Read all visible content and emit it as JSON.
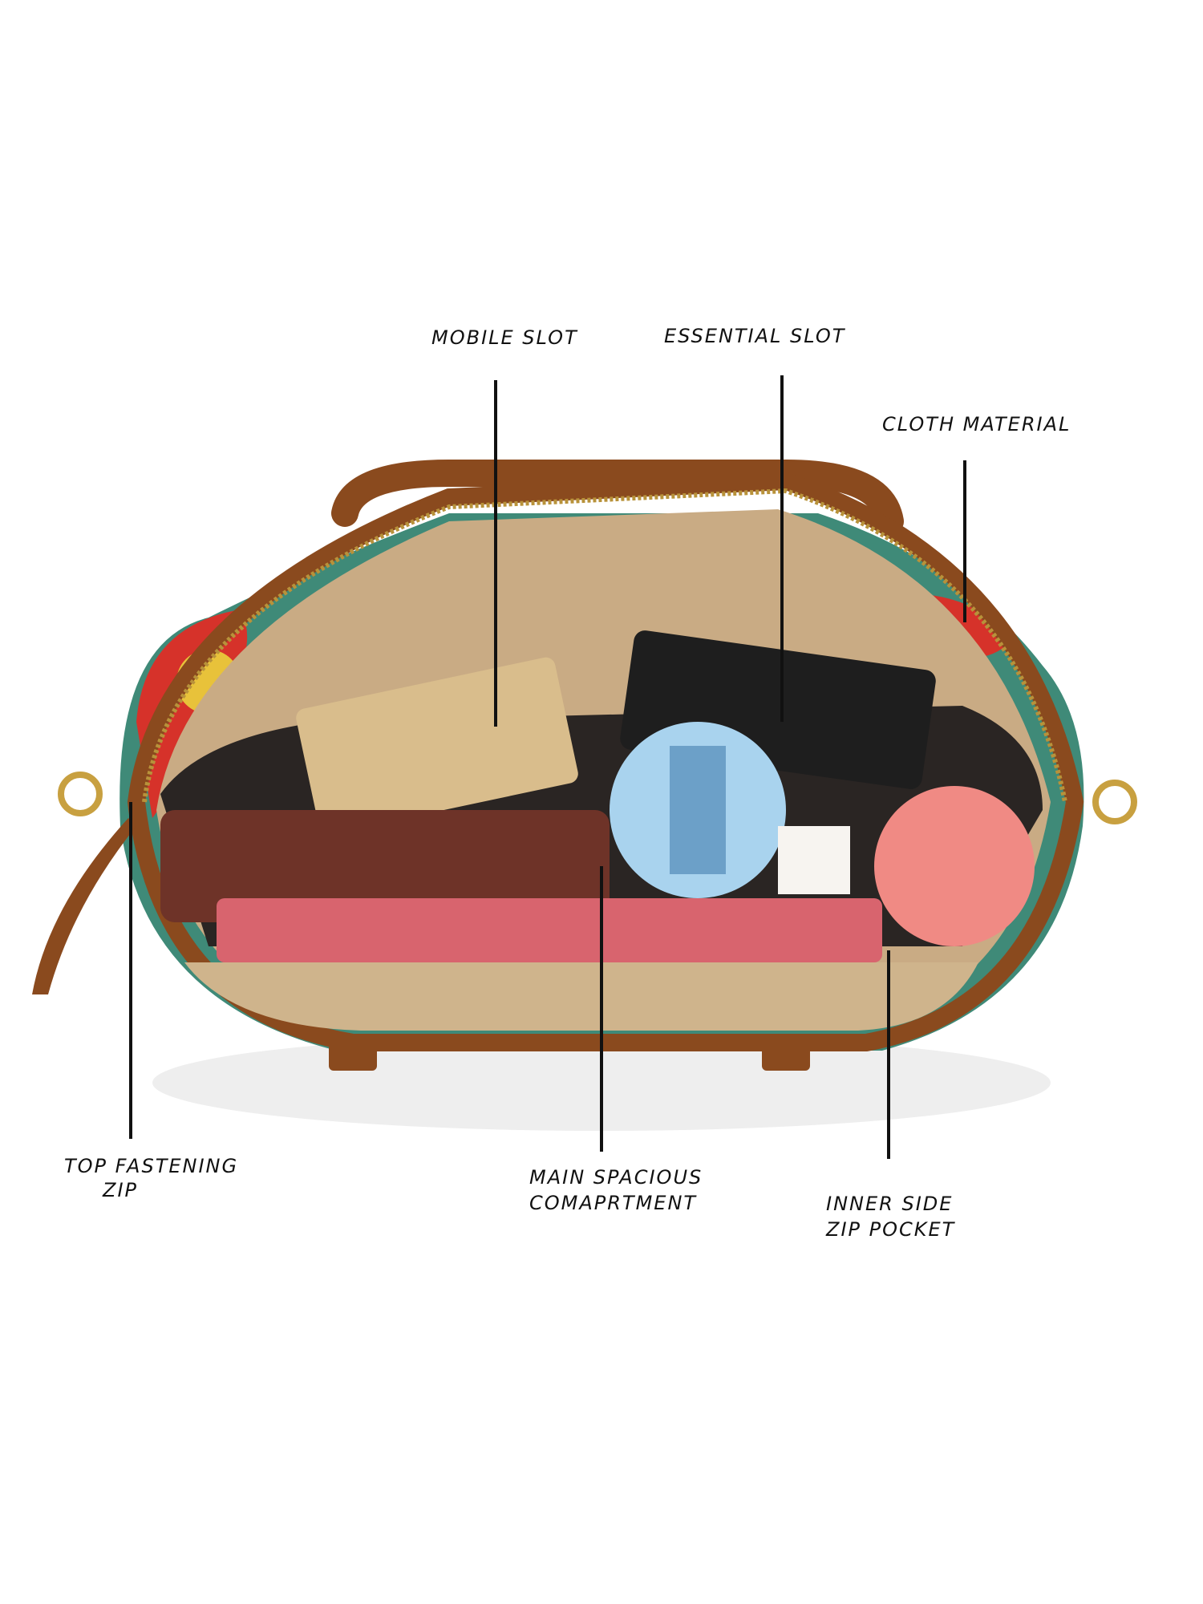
{
  "labels": {
    "mobile_slot": "MOBILE SLOT",
    "essential_slot": "ESSENTIAL SLOT",
    "cloth_material": "CLOTH MATERIAL",
    "top_zip_line1": "TOP FASTENING",
    "top_zip_line2": "ZIP",
    "main_line1": "MAIN SPACIOUS",
    "main_line2": "COMAPRTMENT",
    "inner_line1": "INNER SIDE",
    "inner_line2": "ZIP POCKET"
  },
  "colors": {
    "leather": "#8a4a1e",
    "lining": "#c9ab84",
    "zip": "#b8923a",
    "print_red": "#d6322a",
    "print_teal": "#3f8a78"
  }
}
